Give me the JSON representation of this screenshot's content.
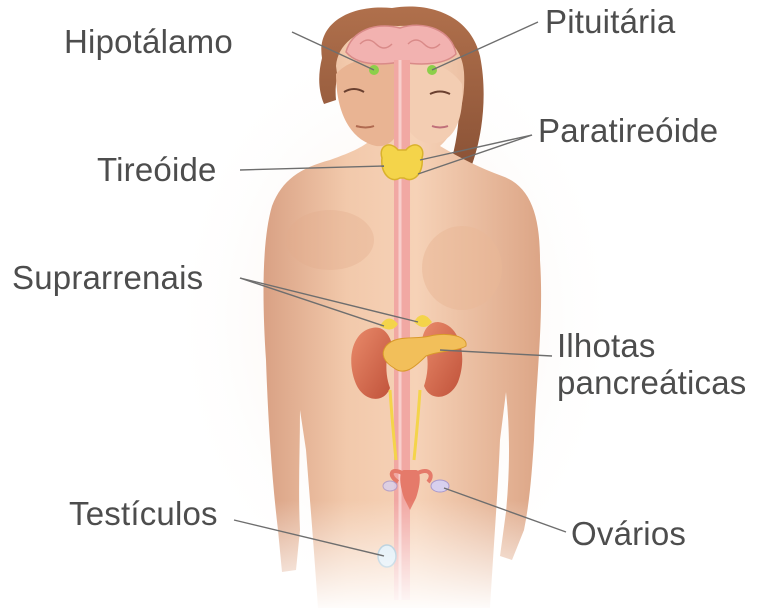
{
  "labels": {
    "hipotalamo": "Hipotálamo",
    "pituitaria": "Pituitária",
    "paratireoide": "Paratireóide",
    "tireoide": "Tireóide",
    "suprarrenais": "Suprarrenais",
    "ilhotas_line1": "Ilhotas",
    "ilhotas_line2": "pancreáticas",
    "testiculos": "Testículos",
    "ovarios": "Ovários"
  },
  "colors": {
    "background": "#ffffff",
    "skin": "#f0c6a6",
    "skin_shadow": "#d49878",
    "gland_yellow": "#f4d44a",
    "kidney": "#d96a4c",
    "spine": "#f2a3a0",
    "leader_line": "#6e6e6e",
    "label_text": "#4d4d4d"
  }
}
